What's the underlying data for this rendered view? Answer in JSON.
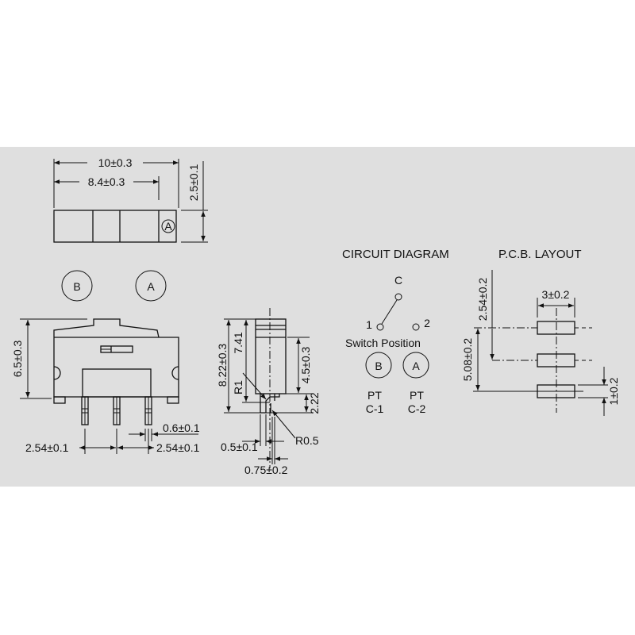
{
  "top_view": {
    "width_dim": "10±0.3",
    "inner_dim": "8.4±0.3",
    "height_dim": "2.5±0.1",
    "marker": "A"
  },
  "positions": {
    "b": "B",
    "a": "A"
  },
  "front_view": {
    "height_dim": "6.5±0.3",
    "pitch_left": "2.54±0.1",
    "pitch_right": "2.54±0.1",
    "pin_width": "0.6±0.1"
  },
  "side_view": {
    "total_height": "8.22±0.3",
    "height_741": "7.41",
    "radius_r1": "R1",
    "body_height": "4.5±0.3",
    "pin_length": "2.22",
    "radius_r05": "R0.5",
    "pin_thickness": "0.5±0.1",
    "pin_offset": "0.75±0.2"
  },
  "circuit": {
    "title": "CIRCUIT DIAGRAM",
    "common": "C",
    "pin1": "1",
    "pin2": "2",
    "switch_position": "Switch Position",
    "pos_b": "B",
    "pos_a": "A",
    "pt_b": "PT",
    "c1": "C-1",
    "pt_a": "PT",
    "c2": "C-2"
  },
  "pcb": {
    "title": "P.C.B. LAYOUT",
    "pitch": "2.54±0.2",
    "span": "5.08±0.2",
    "pad_length": "3±0.2",
    "pad_width": "1±0.2"
  }
}
